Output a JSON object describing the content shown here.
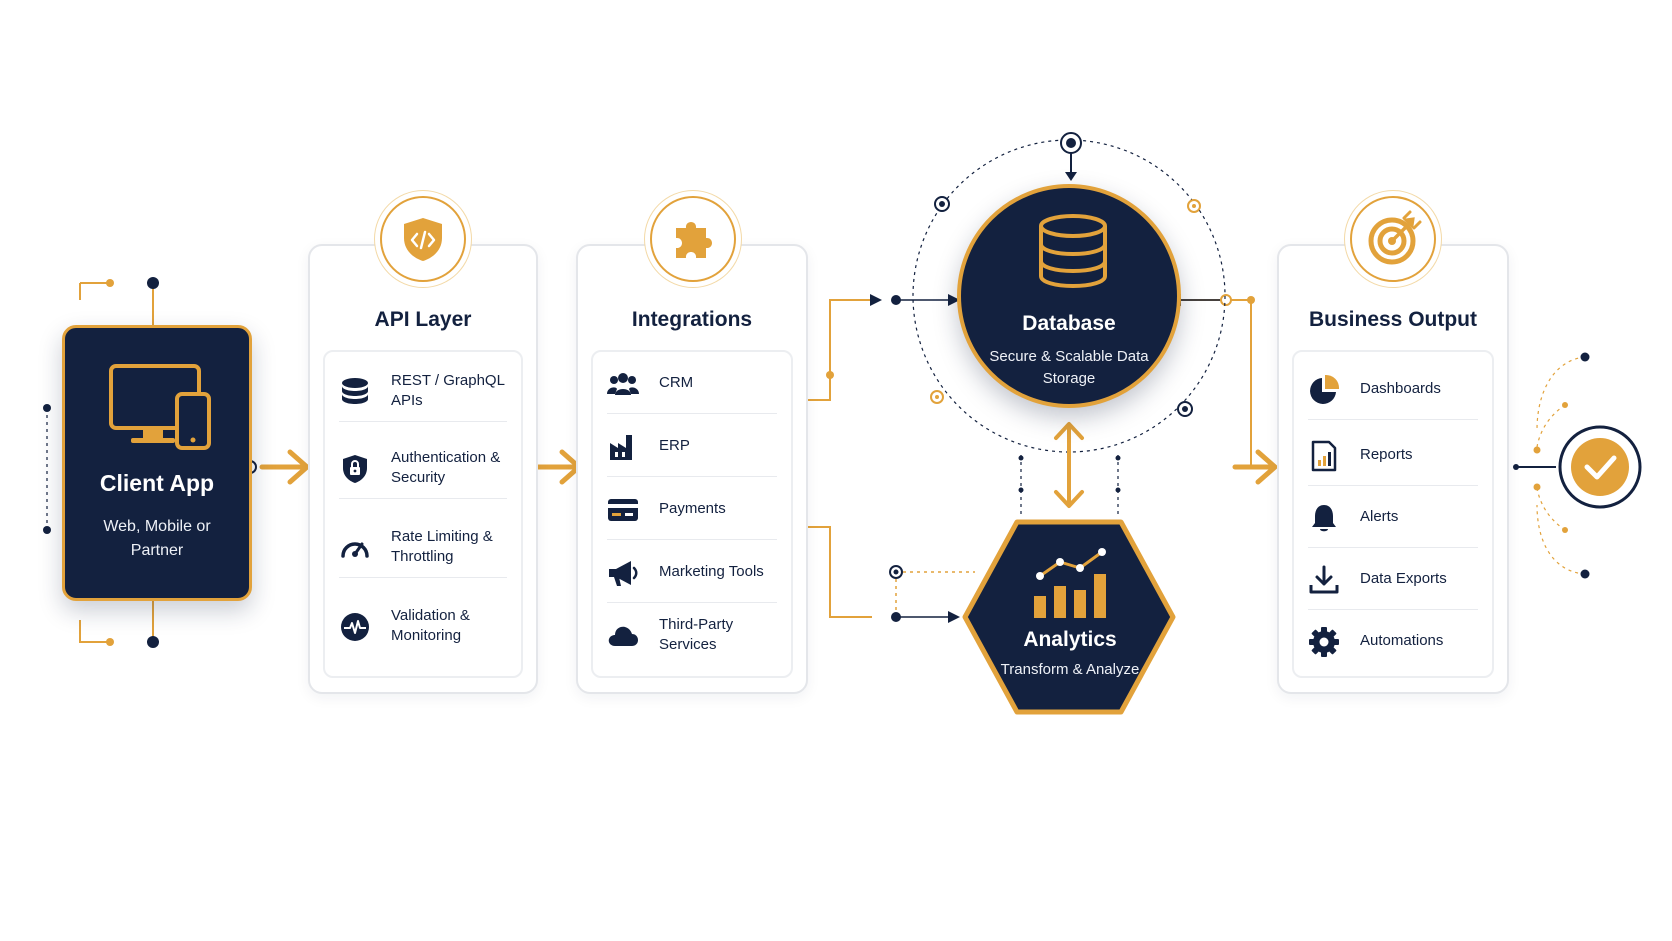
{
  "colors": {
    "navy": "#13213f",
    "gold": "#e2a23b",
    "border": "#e4e6ea",
    "background": "#ffffff"
  },
  "client": {
    "title": "Client App",
    "subtitle": "Web, Mobile or Partner",
    "icon": "devices-icon"
  },
  "api_layer": {
    "title": "API Layer",
    "badge_icon": "code-shield-icon",
    "items": [
      {
        "label": "REST / GraphQL APIs",
        "icon": "database-stack-icon"
      },
      {
        "label": "Authentication & Security",
        "icon": "lock-shield-icon"
      },
      {
        "label": "Rate Limiting & Throttling",
        "icon": "speedometer-icon"
      },
      {
        "label": "Validation & Monitoring",
        "icon": "pulse-icon"
      }
    ]
  },
  "integrations": {
    "title": "Integrations",
    "badge_icon": "puzzle-icon",
    "items": [
      {
        "label": "CRM",
        "icon": "users-icon"
      },
      {
        "label": "ERP",
        "icon": "factory-icon"
      },
      {
        "label": "Payments",
        "icon": "credit-card-icon"
      },
      {
        "label": "Marketing Tools",
        "icon": "megaphone-icon"
      },
      {
        "label": "Third-Party Services",
        "icon": "cloud-icon"
      }
    ]
  },
  "database": {
    "title": "Database",
    "subtitle": "Secure & Scalable Data Storage",
    "icon": "database-icon"
  },
  "analytics": {
    "title": "Analytics",
    "subtitle": "Transform & Analyze",
    "icon": "bar-chart-trend-icon"
  },
  "business_output": {
    "title": "Business Output",
    "badge_icon": "target-icon",
    "items": [
      {
        "label": "Dashboards",
        "icon": "pie-chart-icon"
      },
      {
        "label": "Reports",
        "icon": "report-icon"
      },
      {
        "label": "Alerts",
        "icon": "bell-icon"
      },
      {
        "label": "Data Exports",
        "icon": "download-icon"
      },
      {
        "label": "Automations",
        "icon": "gear-icon"
      }
    ]
  },
  "final": {
    "icon": "check-circle-icon"
  }
}
